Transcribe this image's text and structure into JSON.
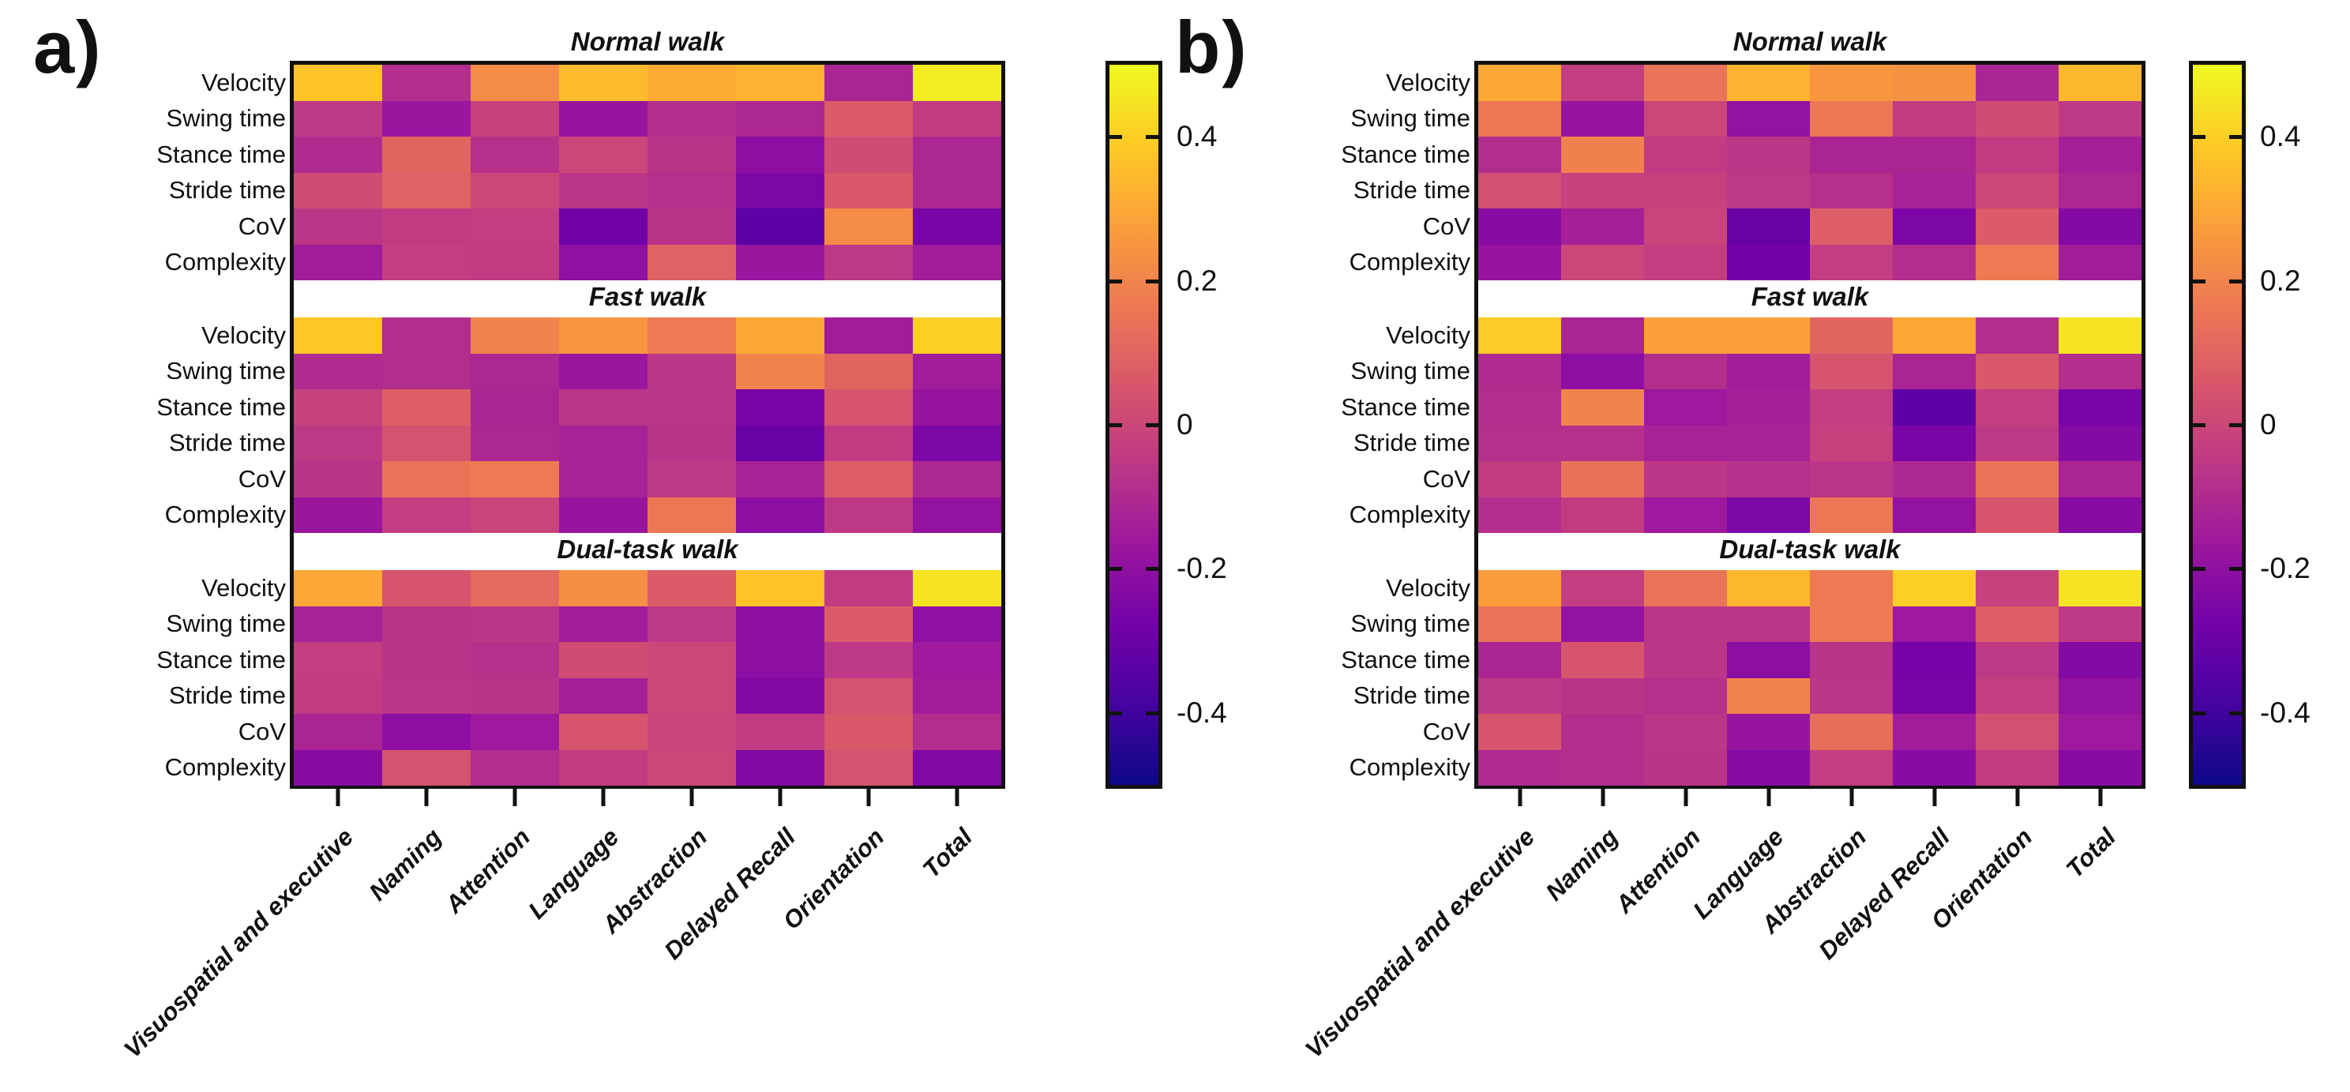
{
  "figure": {
    "background": "#ffffff",
    "frame_color": "#111111",
    "row_labels": [
      "Velocity",
      "Swing time",
      "Stance time",
      "Stride time",
      "CoV",
      "Complexity"
    ],
    "col_labels": [
      "Visuospatial and executive",
      "Naming",
      "Attention",
      "Language",
      "Abstraction",
      "Delayed Recall",
      "Orientation",
      "Total"
    ],
    "block_titles": [
      "Normal walk",
      "Fast walk",
      "Dual-task walk"
    ],
    "panel_tags": [
      "a)",
      "b)"
    ],
    "colorbar": {
      "tick_labels": [
        "0.4",
        "0.2",
        "0",
        "-0.2",
        "-0.4"
      ],
      "tick_values": [
        0.4,
        0.2,
        0,
        -0.2,
        -0.4
      ],
      "vmin": -0.5,
      "vmax": 0.5,
      "colormap": "plasma",
      "top_color": "#f0f921",
      "bottom_color": "#0d0887"
    }
  },
  "chart_data": [
    {
      "type": "heatmap",
      "tag": "a)",
      "rows": [
        "Velocity",
        "Swing time",
        "Stance time",
        "Stride time",
        "CoV",
        "Complexity"
      ],
      "columns": [
        "Visuospatial and executive",
        "Naming",
        "Attention",
        "Language",
        "Abstraction",
        "Delayed Recall",
        "Orientation",
        "Total"
      ],
      "colormap": "plasma",
      "vmin": -0.5,
      "vmax": 0.5,
      "blocks": [
        {
          "title": "Normal walk",
          "values": [
            [
              0.37,
              -0.09,
              0.22,
              0.35,
              0.31,
              0.33,
              -0.12,
              0.47
            ],
            [
              -0.05,
              -0.17,
              -0.02,
              -0.18,
              -0.09,
              -0.11,
              0.07,
              -0.04
            ],
            [
              -0.1,
              0.1,
              -0.08,
              0.0,
              -0.07,
              -0.21,
              0.02,
              -0.11
            ],
            [
              0.02,
              0.09,
              0.0,
              -0.06,
              -0.08,
              -0.25,
              0.06,
              -0.11
            ],
            [
              -0.06,
              -0.04,
              -0.03,
              -0.28,
              -0.07,
              -0.33,
              0.22,
              -0.26
            ],
            [
              -0.15,
              -0.03,
              -0.04,
              -0.2,
              0.09,
              -0.17,
              -0.05,
              -0.15
            ]
          ]
        },
        {
          "title": "Fast walk",
          "values": [
            [
              0.38,
              -0.09,
              0.2,
              0.25,
              0.17,
              0.3,
              -0.15,
              0.4
            ],
            [
              -0.1,
              -0.09,
              -0.11,
              -0.17,
              -0.06,
              0.2,
              0.1,
              -0.15
            ],
            [
              -0.02,
              0.08,
              -0.12,
              -0.06,
              -0.06,
              -0.26,
              0.05,
              -0.18
            ],
            [
              -0.05,
              0.04,
              -0.11,
              -0.13,
              -0.07,
              -0.3,
              -0.04,
              -0.25
            ],
            [
              -0.07,
              0.15,
              0.17,
              -0.13,
              -0.05,
              -0.13,
              0.08,
              -0.11
            ],
            [
              -0.17,
              -0.03,
              -0.01,
              -0.18,
              0.16,
              -0.21,
              -0.05,
              -0.19
            ]
          ]
        },
        {
          "title": "Dual-task walk",
          "values": [
            [
              0.3,
              0.05,
              0.12,
              0.23,
              0.07,
              0.37,
              -0.04,
              0.45
            ],
            [
              -0.13,
              -0.07,
              -0.06,
              -0.15,
              -0.05,
              -0.21,
              0.07,
              -0.2
            ],
            [
              -0.03,
              -0.07,
              -0.08,
              0.02,
              0.0,
              -0.21,
              -0.05,
              -0.16
            ],
            [
              -0.04,
              -0.06,
              -0.07,
              -0.14,
              0.0,
              -0.23,
              0.04,
              -0.15
            ],
            [
              -0.12,
              -0.21,
              -0.16,
              0.05,
              -0.01,
              -0.04,
              0.06,
              -0.09
            ],
            [
              -0.22,
              0.04,
              -0.09,
              -0.04,
              0.0,
              -0.23,
              0.04,
              -0.24
            ]
          ]
        }
      ]
    },
    {
      "type": "heatmap",
      "tag": "b)",
      "rows": [
        "Velocity",
        "Swing time",
        "Stance time",
        "Stride time",
        "CoV",
        "Complexity"
      ],
      "columns": [
        "Visuospatial and executive",
        "Naming",
        "Attention",
        "Language",
        "Abstraction",
        "Delayed Recall",
        "Orientation",
        "Total"
      ],
      "colormap": "plasma",
      "vmin": -0.5,
      "vmax": 0.5,
      "blocks": [
        {
          "title": "Normal walk",
          "values": [
            [
              0.3,
              -0.03,
              0.15,
              0.33,
              0.25,
              0.24,
              -0.12,
              0.34
            ],
            [
              0.16,
              -0.18,
              0.0,
              -0.19,
              0.16,
              -0.04,
              0.02,
              -0.05
            ],
            [
              -0.09,
              0.19,
              -0.04,
              -0.06,
              -0.12,
              -0.12,
              -0.04,
              -0.14
            ],
            [
              0.03,
              -0.02,
              -0.02,
              -0.05,
              -0.08,
              -0.13,
              0.0,
              -0.11
            ],
            [
              -0.22,
              -0.14,
              -0.01,
              -0.3,
              0.08,
              -0.25,
              0.07,
              -0.23
            ],
            [
              -0.18,
              0.0,
              -0.03,
              -0.28,
              -0.03,
              -0.09,
              0.17,
              -0.15
            ]
          ]
        },
        {
          "title": "Fast walk",
          "values": [
            [
              0.39,
              -0.12,
              0.28,
              0.28,
              0.1,
              0.3,
              -0.09,
              0.45
            ],
            [
              -0.1,
              -0.21,
              -0.09,
              -0.15,
              0.05,
              -0.12,
              0.06,
              -0.09
            ],
            [
              -0.09,
              0.2,
              -0.16,
              -0.14,
              -0.03,
              -0.33,
              -0.03,
              -0.26
            ],
            [
              -0.08,
              -0.08,
              -0.13,
              -0.13,
              -0.02,
              -0.26,
              -0.05,
              -0.23
            ],
            [
              -0.04,
              0.14,
              -0.06,
              -0.08,
              -0.06,
              -0.11,
              0.15,
              -0.12
            ],
            [
              -0.09,
              -0.04,
              -0.16,
              -0.25,
              0.16,
              -0.19,
              0.05,
              -0.22
            ]
          ]
        },
        {
          "title": "Dual-task walk",
          "values": [
            [
              0.27,
              -0.03,
              0.15,
              0.34,
              0.17,
              0.4,
              -0.02,
              0.45
            ],
            [
              0.15,
              -0.19,
              -0.06,
              -0.06,
              0.17,
              -0.16,
              0.08,
              -0.05
            ],
            [
              -0.12,
              0.05,
              -0.06,
              -0.21,
              -0.07,
              -0.27,
              -0.05,
              -0.23
            ],
            [
              -0.05,
              -0.07,
              -0.08,
              0.2,
              -0.06,
              -0.26,
              -0.03,
              -0.19
            ],
            [
              0.05,
              -0.09,
              -0.06,
              -0.18,
              0.13,
              -0.15,
              0.03,
              -0.16
            ],
            [
              -0.1,
              -0.09,
              -0.07,
              -0.22,
              -0.03,
              -0.22,
              -0.04,
              -0.22
            ]
          ]
        }
      ]
    }
  ]
}
